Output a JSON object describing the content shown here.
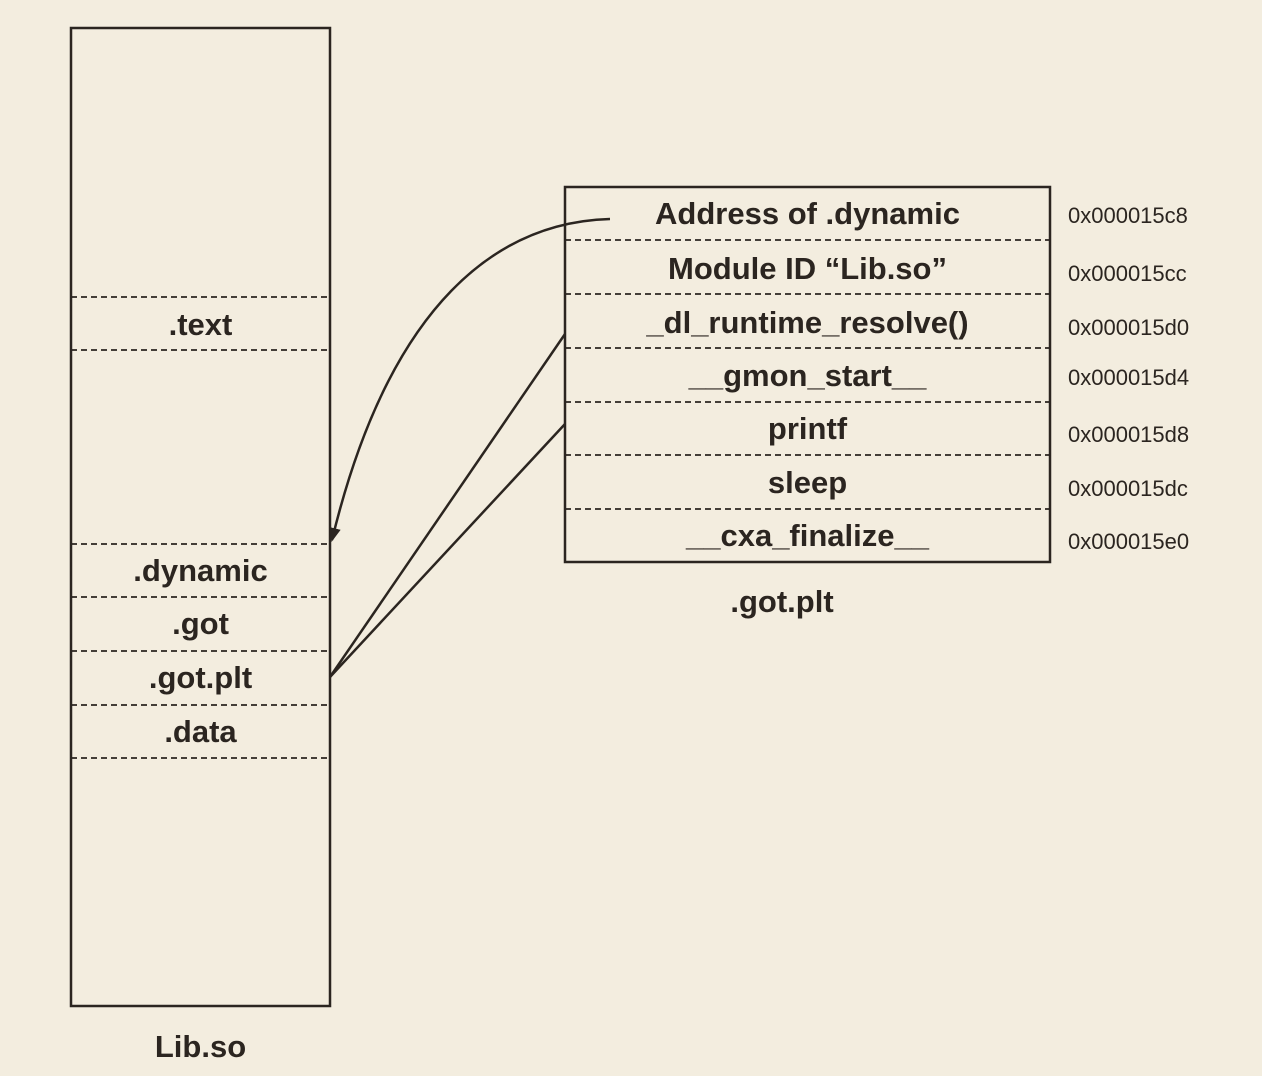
{
  "lib_so": {
    "caption": "Lib.so",
    "sections": [
      ".text",
      ".dynamic",
      ".got",
      ".got.plt",
      ".data"
    ]
  },
  "got_plt": {
    "caption": ".got.plt",
    "entries": [
      {
        "label": "Address of .dynamic",
        "address": "0x000015c8"
      },
      {
        "label": "Module ID “Lib.so”",
        "address": "0x000015cc"
      },
      {
        "label": "_dl_runtime_resolve()",
        "address": "0x000015d0"
      },
      {
        "label": "__gmon_start__",
        "address": "0x000015d4"
      },
      {
        "label": "printf",
        "address": "0x000015d8"
      },
      {
        "label": "sleep",
        "address": "0x000015dc"
      },
      {
        "label": "__cxa_finalize__",
        "address": "0x000015e0"
      }
    ]
  },
  "colors": {
    "background": "#f3eddf",
    "ink": "#2b2520"
  }
}
